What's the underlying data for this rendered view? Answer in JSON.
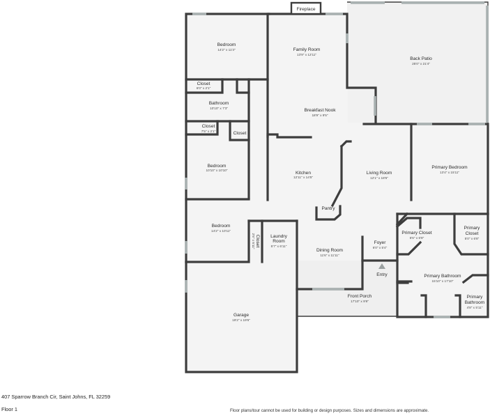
{
  "address": "407 Sparrow Branch Cir, Saint Johns, FL 32259",
  "floor": "Floor 1",
  "disclaimer": "Floor plans/tour cannot be used for building or design purposes. Sizes and dimensions are approximate.",
  "fireplace": "Fireplace",
  "rooms": [
    {
      "key": "bedroom_nw",
      "name": "Bedroom",
      "dims": "14'2\" x 11'3\""
    },
    {
      "key": "closet_nw",
      "name": "Closet",
      "dims": "6'0\" x 2'1\""
    },
    {
      "key": "bathroom",
      "name": "Bathroom",
      "dims": "10'10\" x 7'3\""
    },
    {
      "key": "closet_mid",
      "name": "Closet",
      "dims": "7'5\" x 2'1\""
    },
    {
      "key": "closet_small",
      "name": "Closet",
      "dims": ""
    },
    {
      "key": "bedroom_mid",
      "name": "Bedroom",
      "dims": "10'10\" x 10'10\""
    },
    {
      "key": "bedroom_sw",
      "name": "Bedroom",
      "dims": "14'2\" x 10'11\""
    },
    {
      "key": "closet_sw",
      "name": "Closet",
      "dims": "2'5\" x 5'11\""
    },
    {
      "key": "laundry",
      "name": "Laundry Room",
      "dims": "5'7\" x 6'11\""
    },
    {
      "key": "garage",
      "name": "Garage",
      "dims": "19'2\" x 19'6\""
    },
    {
      "key": "family",
      "name": "Family Room",
      "dims": "13'9\" x 12'11\""
    },
    {
      "key": "nook",
      "name": "Breakfast Nook",
      "dims": "18'9\" x 9'5\""
    },
    {
      "key": "kitchen",
      "name": "Kitchen",
      "dims": "12'11\" x 14'5\""
    },
    {
      "key": "pantry",
      "name": "Pantry",
      "dims": ""
    },
    {
      "key": "living",
      "name": "Living Room",
      "dims": "12'1\" x 18'5\""
    },
    {
      "key": "dining",
      "name": "Dining Room",
      "dims": "11'6\" x 11'11\""
    },
    {
      "key": "foyer",
      "name": "Foyer",
      "dims": "6'0\" x 5'4\""
    },
    {
      "key": "entry",
      "name": "Entry",
      "dims": ""
    },
    {
      "key": "porch",
      "name": "Front Porch",
      "dims": "17'10\" x 9'9\""
    },
    {
      "key": "patio",
      "name": "Back Patio",
      "dims": "25'0\" x 21'4\""
    },
    {
      "key": "primary_bed",
      "name": "Primary Bedroom",
      "dims": "13'4\" x 15'11\""
    },
    {
      "key": "primary_closet_l",
      "name": "Primary Closet",
      "dims": "6'6\" x 6'8\""
    },
    {
      "key": "primary_closet_r",
      "name": "Primary Closet",
      "dims": "5'0\" x 6'8\""
    },
    {
      "key": "primary_bath",
      "name": "Primary Bathroom",
      "dims": "15'10\" x 17'10\""
    },
    {
      "key": "primary_bath_small",
      "name": "Primary Bathroom",
      "dims": "4'8\" x 5'11\""
    }
  ]
}
